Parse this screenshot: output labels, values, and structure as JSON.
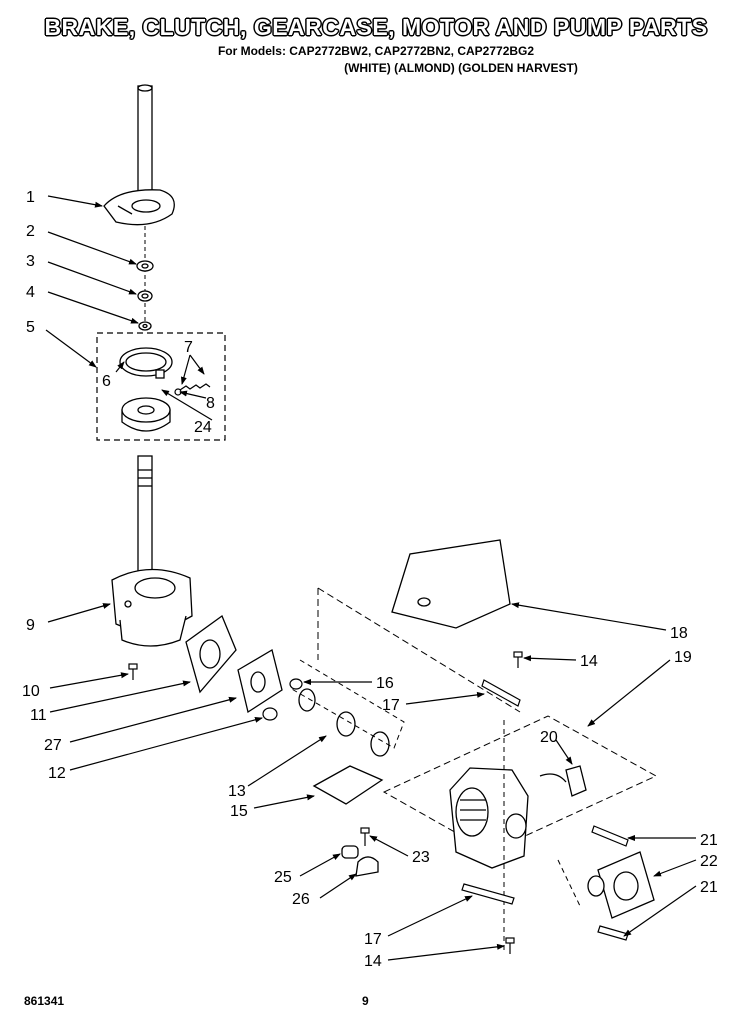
{
  "header": {
    "title": "BRAKE, CLUTCH, GEARCASE, MOTOR AND PUMP PARTS",
    "models_line": "For Models: CAP2772BW2, CAP2772BN2, CAP2772BG2",
    "color_line": "(WHITE)   (ALMOND)  (GOLDEN HARVEST)"
  },
  "footer": {
    "part_number": "861341",
    "page_number": "9"
  },
  "callouts": [
    {
      "id": "c1",
      "label": "1"
    },
    {
      "id": "c2",
      "label": "2"
    },
    {
      "id": "c3",
      "label": "3"
    },
    {
      "id": "c4",
      "label": "4"
    },
    {
      "id": "c5",
      "label": "5"
    },
    {
      "id": "c6",
      "label": "6"
    },
    {
      "id": "c7",
      "label": "7"
    },
    {
      "id": "c8",
      "label": "8"
    },
    {
      "id": "c24a",
      "label": "24"
    },
    {
      "id": "c9",
      "label": "9"
    },
    {
      "id": "c10",
      "label": "10"
    },
    {
      "id": "c11",
      "label": "11"
    },
    {
      "id": "c27",
      "label": "27"
    },
    {
      "id": "c12",
      "label": "12"
    },
    {
      "id": "c13",
      "label": "13"
    },
    {
      "id": "c15",
      "label": "15"
    },
    {
      "id": "c16",
      "label": "16"
    },
    {
      "id": "c17a",
      "label": "17"
    },
    {
      "id": "c18",
      "label": "18"
    },
    {
      "id": "c14a",
      "label": "14"
    },
    {
      "id": "c19",
      "label": "19"
    },
    {
      "id": "c20",
      "label": "20"
    },
    {
      "id": "c21a",
      "label": "21"
    },
    {
      "id": "c22",
      "label": "22"
    },
    {
      "id": "c21b",
      "label": "21"
    },
    {
      "id": "c23",
      "label": "23"
    },
    {
      "id": "c25",
      "label": "25"
    },
    {
      "id": "c26",
      "label": "26"
    },
    {
      "id": "c17b",
      "label": "17"
    },
    {
      "id": "c14b",
      "label": "14"
    }
  ]
}
